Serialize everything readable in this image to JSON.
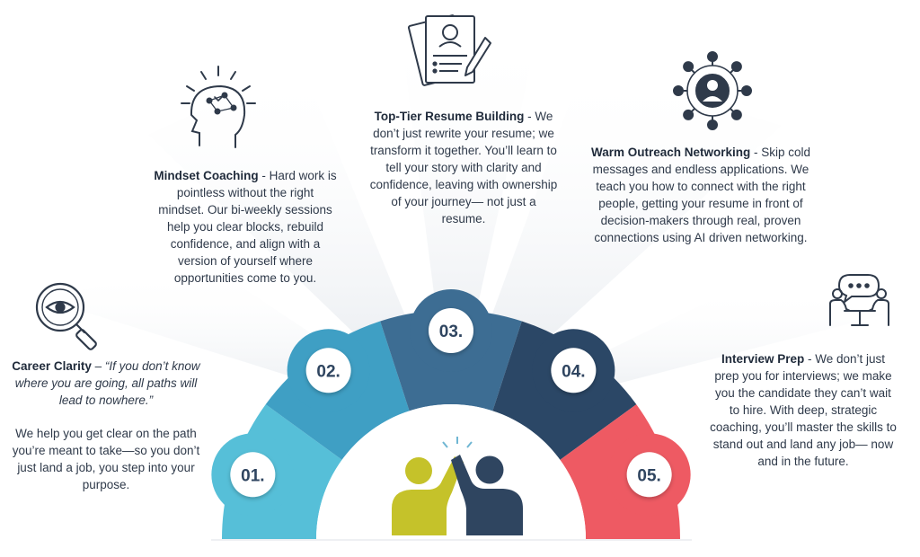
{
  "steps": [
    {
      "number": "01.",
      "title": "Career Clarity",
      "quote": "“If you don’t know where you are going, all paths will lead to nowhere.”",
      "body": "We help you get clear on the path you’re meant to take—so you don’t just land a job, you step into your purpose.",
      "icon": "magnifier-eye-icon",
      "color": "#56bfd8"
    },
    {
      "number": "02.",
      "title": "Mindset Coaching",
      "body": "Hard work is pointless without the right mindset. Our bi-weekly sessions help you clear blocks, rebuild confidence, and align with a version of yourself where opportunities come to you.",
      "icon": "head-brain-icon",
      "color": "#3f9fc4"
    },
    {
      "number": "03.",
      "title": "Top-Tier Resume Building",
      "body": "We don’t just rewrite your resume; we transform it together. You’ll learn to tell your story with clarity and confidence, leaving with ownership of your journey— not just a resume.",
      "icon": "resume-document-icon",
      "color": "#3d6d93"
    },
    {
      "number": "04.",
      "title": "Warm Outreach Networking",
      "body": "Skip cold messages and endless applications. We teach you how to connect with the right people, getting your resume in front of decision-makers through real, proven connections using AI driven networking.",
      "icon": "network-person-icon",
      "color": "#2b4766"
    },
    {
      "number": "05.",
      "title": "Interview Prep",
      "body": "We don’t just prep you for interviews; we make you the candidate they can’t wait to hire. With deep, strategic coaching, you’ll master the skills to stand out and land any job— now and in the future.",
      "icon": "interview-people-icon",
      "color": "#ee5a63"
    }
  ],
  "center_icon": "high-five-people-icon",
  "colors": {
    "navy": "#2f4560",
    "olive": "#c5c22a",
    "text": "#2f3a4a"
  }
}
